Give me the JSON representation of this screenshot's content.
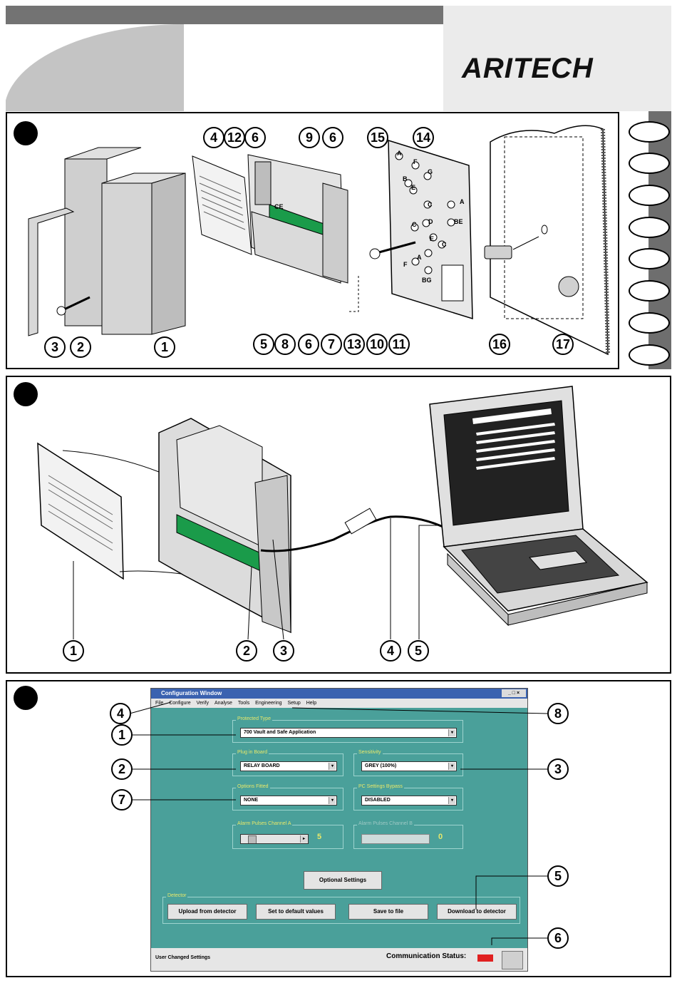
{
  "brand": {
    "logo_text": "ARITECH"
  },
  "header": {
    "bar_color": "#737373",
    "side_color": "#ebebeb",
    "arc_color": "#c4c4c4"
  },
  "language_tabs": [
    "",
    "",
    "",
    "",
    "",
    "",
    "",
    ""
  ],
  "figure1": {
    "callouts": [
      "4",
      "12",
      "6",
      "9",
      "6",
      "15",
      "14",
      "3",
      "2",
      "1",
      "5",
      "8",
      "6",
      "7",
      "13",
      "10",
      "11",
      "16",
      "17"
    ],
    "plate_letters": [
      "A",
      "F",
      "G",
      "B",
      "E",
      "C",
      "A",
      "C",
      "D",
      "BE",
      "E",
      "C",
      "F",
      "A",
      "BG"
    ],
    "label_ce": "CE"
  },
  "figure2": {
    "callouts": [
      "1",
      "2",
      "3",
      "4",
      "5"
    ]
  },
  "config_window": {
    "title": "Configuration Window",
    "controls": "_ □ ×",
    "menu": [
      "File",
      "Configure",
      "Verify",
      "Analyse",
      "Tools",
      "Engineering",
      "Setup",
      "Help"
    ],
    "groups": {
      "protected_type": "Protected Type",
      "plug_in_board": "Plug in Board",
      "sensitivity": "Sensitivity",
      "options_fitted": "Options Fitted",
      "pc_settings_bypass": "PC Settings Bypass",
      "alarm_pulses_channel_a": "Alarm Pulses Channel A",
      "alarm_pulses_channel_b": "Alarm Pulses Channel B",
      "bottom": "Detector"
    },
    "fields": {
      "application": "700   Vault and Safe Application",
      "plug_in_board": "RELAY BOARD",
      "sensitivity": "GREY (100%)",
      "options_fitted": "NONE",
      "pc_settings_bypass": "DISABLED",
      "slider_a_value": "5",
      "slider_b_value": "0"
    },
    "buttons": {
      "optional_settings": "Optional Settings",
      "upload": "Upload from detector",
      "defaults": "Set to default values",
      "save": "Save to file",
      "download": "Download to detector"
    },
    "status": {
      "left": "User Changed Settings",
      "comm_label": "Communication Status:",
      "comm_color": "#e02020"
    },
    "callouts": {
      "c4": "4",
      "c1": "1",
      "c2": "2",
      "c7": "7",
      "c8": "8",
      "c3": "3",
      "c5": "5",
      "c6": "6"
    }
  }
}
